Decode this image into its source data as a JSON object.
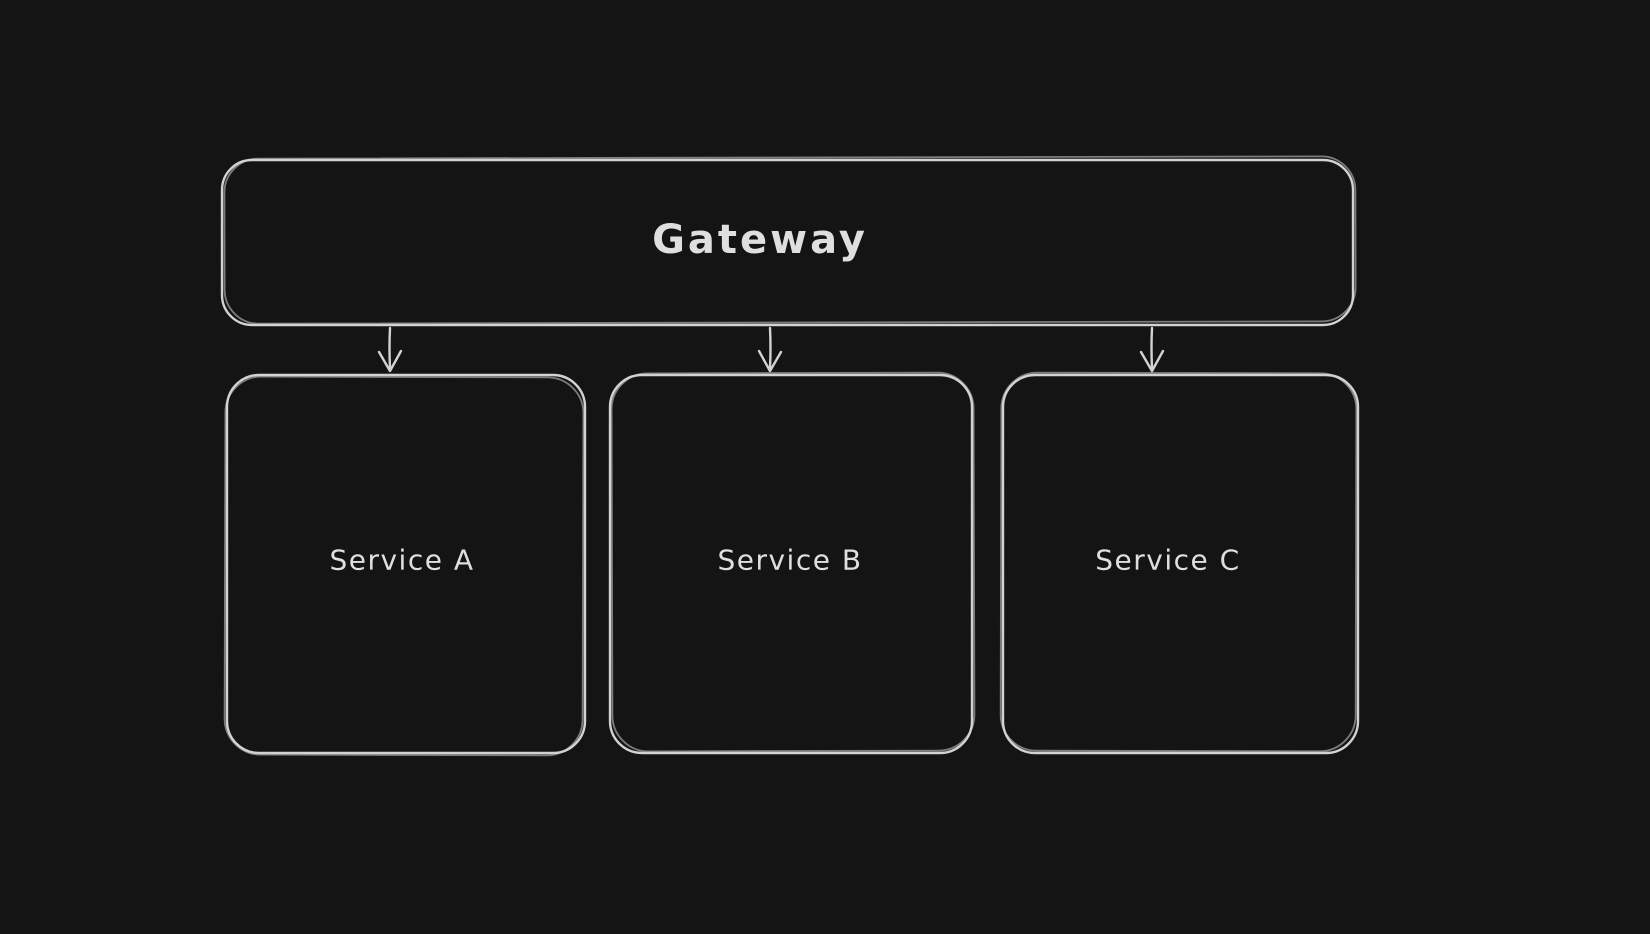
{
  "canvas": {
    "theme": "dark",
    "colors": {
      "background": "#141414",
      "shape_stroke": "#d2d2d2",
      "label_text": "#dfdfdf"
    }
  },
  "diagram": {
    "type": "flowchart",
    "direction": "top-down",
    "nodes": [
      {
        "id": "gateway",
        "label": "Gateway",
        "shape": "rounded-rectangle",
        "row": "top"
      },
      {
        "id": "service-a",
        "label": "Service A",
        "shape": "rounded-rectangle",
        "row": "bottom"
      },
      {
        "id": "service-b",
        "label": "Service B",
        "shape": "rounded-rectangle",
        "row": "bottom"
      },
      {
        "id": "service-c",
        "label": "Service C",
        "shape": "rounded-rectangle",
        "row": "bottom"
      }
    ],
    "edges": [
      {
        "from": "gateway",
        "to": "service-a",
        "style": "arrow-down"
      },
      {
        "from": "gateway",
        "to": "service-b",
        "style": "arrow-down"
      },
      {
        "from": "gateway",
        "to": "service-c",
        "style": "arrow-down"
      }
    ]
  }
}
